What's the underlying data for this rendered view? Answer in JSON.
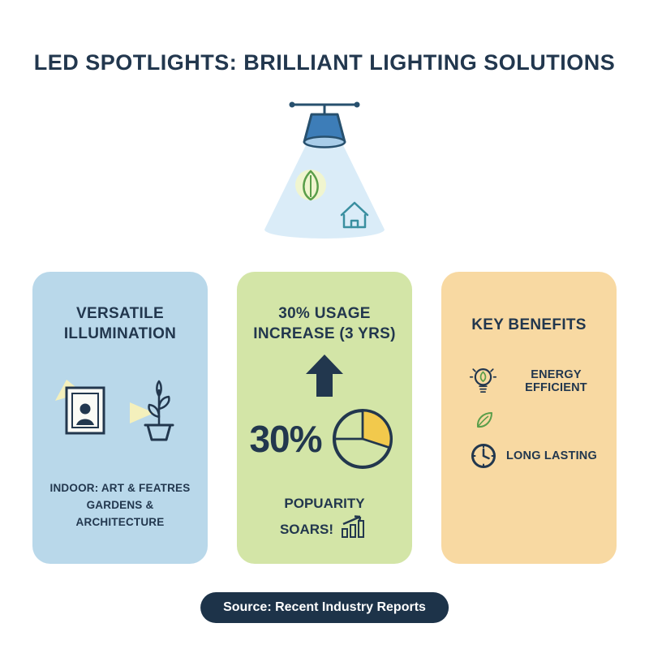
{
  "title": "LED SPOTLIGHTS: BRILLIANT LIGHTING SOLUTIONS",
  "cards": {
    "versatile": {
      "title_line1": "VERSATILE",
      "title_line2": "ILLUMINATION",
      "caption_line1": "INDOOR: ART & FEATRES",
      "caption_line2": "GARDENS & ARCHITECTURE"
    },
    "usage": {
      "title_line1": "30% USAGE",
      "title_line2": "INCREASE (3 YRS)",
      "stat": "30%",
      "caption_line1": "POPUARITY",
      "caption_line2": "SOARS!"
    },
    "benefits": {
      "title": "KEY BENEFITS",
      "items": [
        {
          "label": "ENERGY EFFICIENT"
        },
        {
          "label": "LONG LASTING"
        }
      ]
    }
  },
  "footer": {
    "source": "Source: Recent Industry Reports"
  },
  "colors": {
    "navy": "#22374e",
    "card_blue": "#b9d8ea",
    "card_green": "#d3e5a7",
    "card_orange": "#f8d9a2",
    "accent_yellow": "#f2c94c",
    "beam_yellow": "#f4f0bc",
    "cone_blue": "#daecf8",
    "lamp_blue": "#3d7db8",
    "leaf_green": "#5a9e4a",
    "house_teal": "#3a8fa0"
  },
  "chart_data": {
    "type": "pie",
    "values": [
      30,
      70
    ],
    "title": "30% USAGE INCREASE (3 YRS)"
  }
}
